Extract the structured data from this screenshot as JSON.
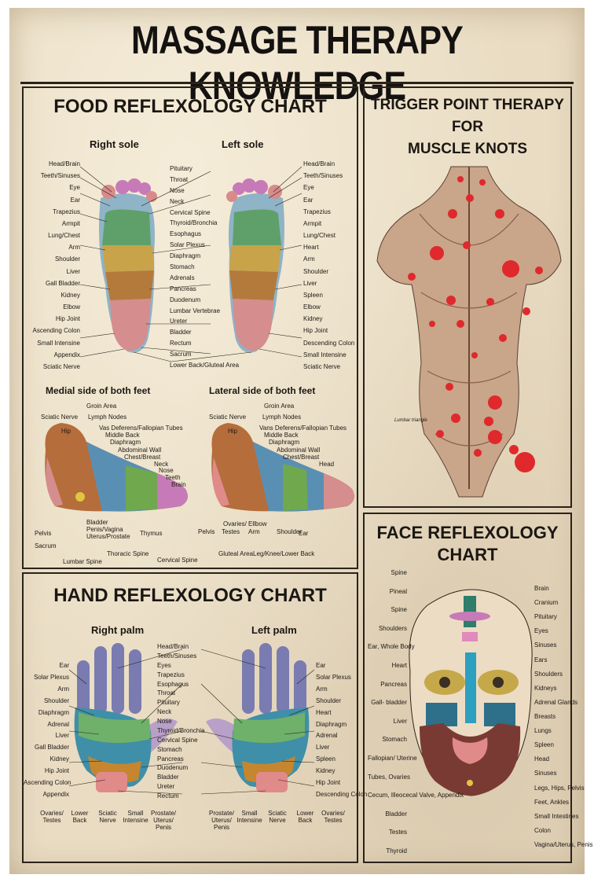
{
  "title": "MASSAGE THERAPY KNOWLEDGE",
  "food": {
    "title": "FOOD REFLEXOLOGY CHART",
    "right_sole": "Right sole",
    "left_sole": "Left sole",
    "left_labels": [
      "Head/Brain",
      "Teeth/Sinuses",
      "Eye",
      "Ear",
      "Trapezius",
      "Armpit",
      "Lung/Chest",
      "Arm",
      "Shoulder",
      "Liver",
      "Gall Bladder",
      "Kidney",
      "Elbow",
      "Hip Joint",
      "Ascending Colon",
      "Small Intensine",
      "Appendix",
      "Sciatic Nerve"
    ],
    "center_labels": [
      "Pituitary",
      "Throat",
      "Nose",
      "Neck",
      "Cervical Spine",
      "Thyroid/Bronchia",
      "Esophagus",
      "Solar Plexus",
      "Diaphragm",
      "Stomach",
      "Adrenals",
      "Pancreas",
      "Duodenum",
      "Lumbar Vertebrae",
      "Ureter",
      "Bladder",
      "Rectum",
      "Sacrum",
      "Lower Back/Gluteal Area"
    ],
    "right_labels": [
      "Head/Brain",
      "Teeth/Sinuses",
      "Eye",
      "Ear",
      "Trapezius",
      "Armpit",
      "Lung/Chest",
      "Heart",
      "Arm",
      "Shoulder",
      "Liver",
      "Spleen",
      "Elbow",
      "Kidney",
      "Hip Joint",
      "Descending Colon",
      "Small Intensine",
      "Sciatic Nerve"
    ],
    "medial_title": "Medial side of both feet",
    "lateral_title": "Lateral side of both feet",
    "medial_labels": [
      "Groin Area",
      "Sciatic Nerve",
      "Lymph Nodes",
      "Hip",
      "Vas Deferens/Fallopian Tubes",
      "Middle Back",
      "Diaphragm",
      "Abdominal Wall",
      "Chest/Breast",
      "Neck",
      "Nose",
      "Teeth",
      "Brain",
      "Bladder",
      "Penis/Vagina",
      "Uterus/Prostate",
      "Pelvis",
      "Sacrum",
      "Thymus",
      "Thoracic Spine",
      "Lumbar Spine",
      "Cervical Spine"
    ],
    "lateral_labels": [
      "Groin Area",
      "Sciatic Nerve",
      "Lymph Nodes",
      "Hip",
      "Vans Deferens/Fallopian Tubes",
      "Middle Back",
      "Diaphragm",
      "Abdominal Wall",
      "Chest/Breast",
      "Head",
      "Ovaries/",
      "Pelvis",
      "Testes",
      "Ellbow",
      "Arm",
      "Shoulder",
      "Ear",
      "Gluteal Area",
      "Leg/Knee/Lower Back"
    ]
  },
  "trigger": {
    "title_lines": [
      "TRIGGER POINT THERAPY",
      "FOR",
      "MUSCLE KNOTS"
    ],
    "caption": "Lumbar triangle"
  },
  "hand": {
    "title": "HAND REFLEXOLOGY CHART",
    "right_palm": "Right palm",
    "left_palm": "Left palm",
    "left_labels": [
      "Ear",
      "Solar Plexus",
      "Arm",
      "Shoulder",
      "Diaphragm",
      "Adrenal",
      "Liver",
      "Gall Bladder",
      "Kidney",
      "Hip Joint",
      "Ascending Colon",
      "Appendix"
    ],
    "center_labels": [
      "Head/Brain",
      "Teeth/Sinuses",
      "Eyes",
      "Trapezius",
      "Esophagus",
      "Throat",
      "Pituitary",
      "Neck",
      "Nose",
      "Thyroid/Bronchia",
      "Cervical Spine",
      "Stomach",
      "Pancreas",
      "Duodenum",
      "Bladder",
      "Ureter",
      "Rectum"
    ],
    "right_labels": [
      "Ear",
      "Solar Plexus",
      "Arm",
      "Shoulder",
      "Heart",
      "Diaphragm",
      "Adrenal",
      "Liver",
      "Spleen",
      "Kidney",
      "Hip Joint",
      "Descending Colon"
    ],
    "bottom_left": [
      "Ovaries/ Testes",
      "Lower Back",
      "Sciatic Nerve",
      "Small Intensine",
      "Prostate/ Uterus/ Penis"
    ],
    "bottom_right": [
      "Prostate/ Uterus/ Penis",
      "Small Intensine",
      "Sciatic Nerve",
      "Lower Back",
      "Ovaries/ Testes"
    ]
  },
  "face": {
    "title_lines": [
      "FACE REFLEXOLOGY",
      "CHART"
    ],
    "left_labels": [
      "Spine",
      "Pineal",
      "Spine",
      "Shoulders",
      "Ear, Whole Body",
      "Heart",
      "Pancreas",
      "Gall- bladder",
      "Liver",
      "Stomach",
      "Fallopian/ Uterine",
      "Tubes, Ovaries",
      "Cecum, Illeocecal Valve, Appendix",
      "Bladder",
      "Testes",
      "Thyroid"
    ],
    "right_labels": [
      "Brain",
      "Cranium",
      "Pituitary",
      "Eyes",
      "Sinuses",
      "Ears",
      "Shoulders",
      "Kidneys",
      "Adrenal Glands",
      "Breasts",
      "Lungs",
      "Spleen",
      "Head",
      "Sinuses",
      "Legs, Hips, Pelvis",
      "Feet, Ankles",
      "Small Intestines",
      "Colon",
      "Vagina/Uterus, Penis"
    ]
  }
}
